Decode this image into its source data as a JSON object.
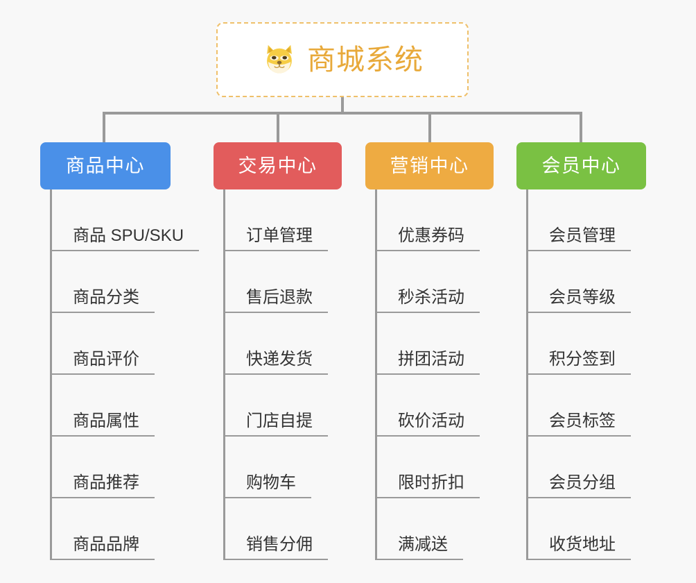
{
  "diagram": {
    "background_color": "#f8f8f8",
    "connector_color": "#9a9a9a",
    "root": {
      "icon": "shiba-dog-face-icon",
      "title": "商城系统",
      "title_color": "#e8a93a",
      "border_color": "#efc06a"
    },
    "columns": [
      {
        "key": "product-center",
        "label": "商品中心",
        "color": "#4a90e8",
        "items": [
          "商品 SPU/SKU",
          "商品分类",
          "商品评价",
          "商品属性",
          "商品推荐",
          "商品品牌"
        ]
      },
      {
        "key": "trade-center",
        "label": "交易中心",
        "color": "#e25c5c",
        "items": [
          "订单管理",
          "售后退款",
          "快递发货",
          "门店自提",
          "购物车",
          "销售分佣"
        ]
      },
      {
        "key": "marketing-center",
        "label": "营销中心",
        "color": "#eeab42",
        "items": [
          "优惠券码",
          "秒杀活动",
          "拼团活动",
          "砍价活动",
          "限时折扣",
          "满减送"
        ]
      },
      {
        "key": "member-center",
        "label": "会员中心",
        "color": "#7ac143",
        "items": [
          "会员管理",
          "会员等级",
          "积分签到",
          "会员标签",
          "会员分组",
          "收货地址"
        ]
      }
    ]
  }
}
